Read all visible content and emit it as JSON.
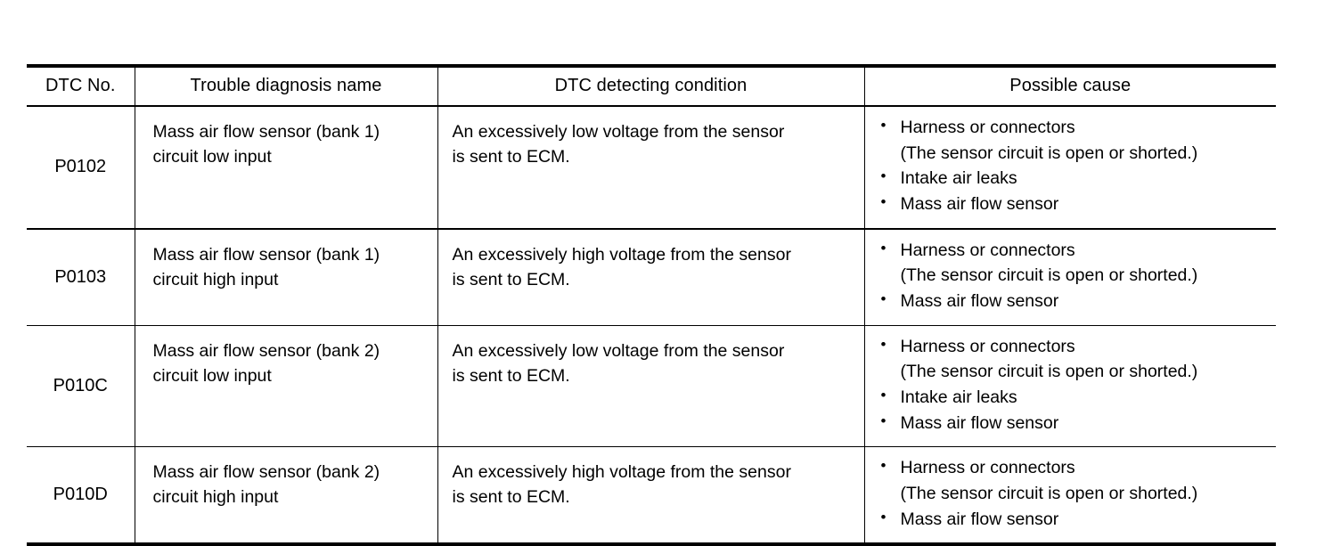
{
  "table": {
    "columns": [
      {
        "key": "dtc_no",
        "label": "DTC No."
      },
      {
        "key": "trouble_name",
        "label": "Trouble diagnosis name"
      },
      {
        "key": "condition",
        "label": "DTC detecting condition"
      },
      {
        "key": "cause",
        "label": "Possible cause"
      }
    ],
    "bullet_glyph": "•",
    "rows": [
      {
        "dtc_no": "P0102",
        "name_line1": "Mass air flow sensor (bank 1)",
        "name_line2": "circuit low input",
        "cond_line1": "An excessively low voltage from the sensor",
        "cond_line2": "is sent to ECM.",
        "causes": [
          {
            "text": "Harness or connectors",
            "note": "(The sensor circuit is open or shorted.)"
          },
          {
            "text": "Intake air leaks",
            "note": ""
          },
          {
            "text": "Mass air flow sensor",
            "note": ""
          }
        ]
      },
      {
        "dtc_no": "P0103",
        "name_line1": "Mass air flow sensor (bank 1)",
        "name_line2": "circuit high input",
        "cond_line1": "An excessively high voltage from the sensor",
        "cond_line2": "is sent to ECM.",
        "causes": [
          {
            "text": "Harness or connectors",
            "note": "(The sensor circuit is open or shorted.)"
          },
          {
            "text": "Mass air flow sensor",
            "note": ""
          }
        ]
      },
      {
        "dtc_no": "P010C",
        "name_line1": "Mass air flow sensor (bank 2)",
        "name_line2": "circuit low input",
        "cond_line1": "An excessively low voltage from the sensor",
        "cond_line2": "is sent to ECM.",
        "causes": [
          {
            "text": "Harness or connectors",
            "note": "(The sensor circuit is open or shorted.)"
          },
          {
            "text": "Intake air leaks",
            "note": ""
          },
          {
            "text": "Mass air flow sensor",
            "note": ""
          }
        ]
      },
      {
        "dtc_no": "P010D",
        "name_line1": "Mass air flow sensor (bank 2)",
        "name_line2": "circuit high input",
        "cond_line1": "An excessively high voltage from the sensor",
        "cond_line2": "is sent to ECM.",
        "causes": [
          {
            "text": "Harness or connectors",
            "note": "(The sensor circuit is open or shorted.)"
          },
          {
            "text": "Mass air flow sensor",
            "note": ""
          }
        ]
      }
    ]
  },
  "colors": {
    "page_background": "#ffffff",
    "rule": "#000000",
    "text": "#000000"
  }
}
